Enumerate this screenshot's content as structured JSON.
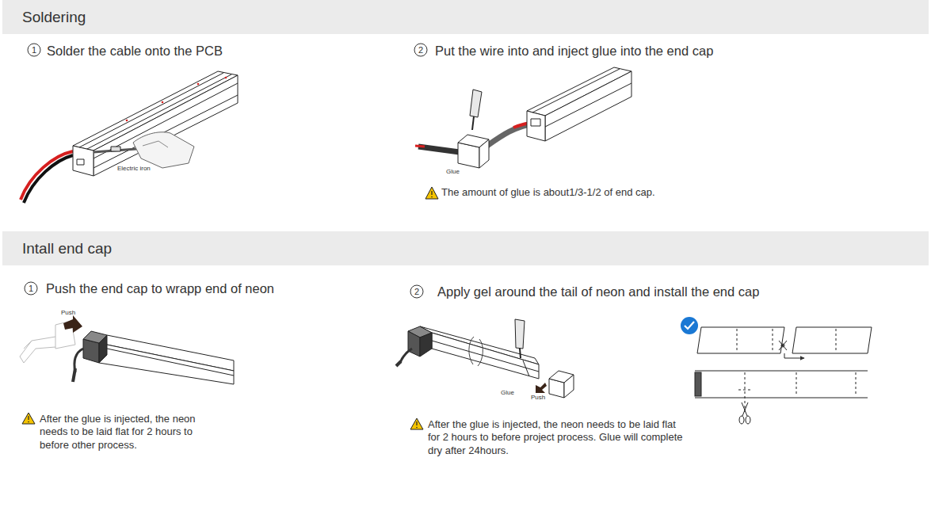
{
  "diagram": {
    "nodes": [
      {
        "text": [
          "Soldering"
        ]
      },
      {
        "text": [
          "Intall end cap"
        ]
      }
    ],
    "labels": [
      "1",
      "Solder the cable onto the PCB",
      "Electric iron",
      "2",
      "Put the wire into and inject glue into the end cap",
      "Glue",
      "The amount of glue is about1/3-1/2 of end cap.",
      "1",
      "Push the end cap to wrapp end of neon",
      "Push",
      "After the glue is injected, the neon needs to be laid flat for 2 hours to before other process.",
      "2",
      "Apply gel around the tail of neon and install the end cap",
      "Glue",
      "Push",
      "After the glue is injected, the neon needs to be laid flat for 2 hours to before project process. Glue will complete dry after 24hours."
    ]
  }
}
